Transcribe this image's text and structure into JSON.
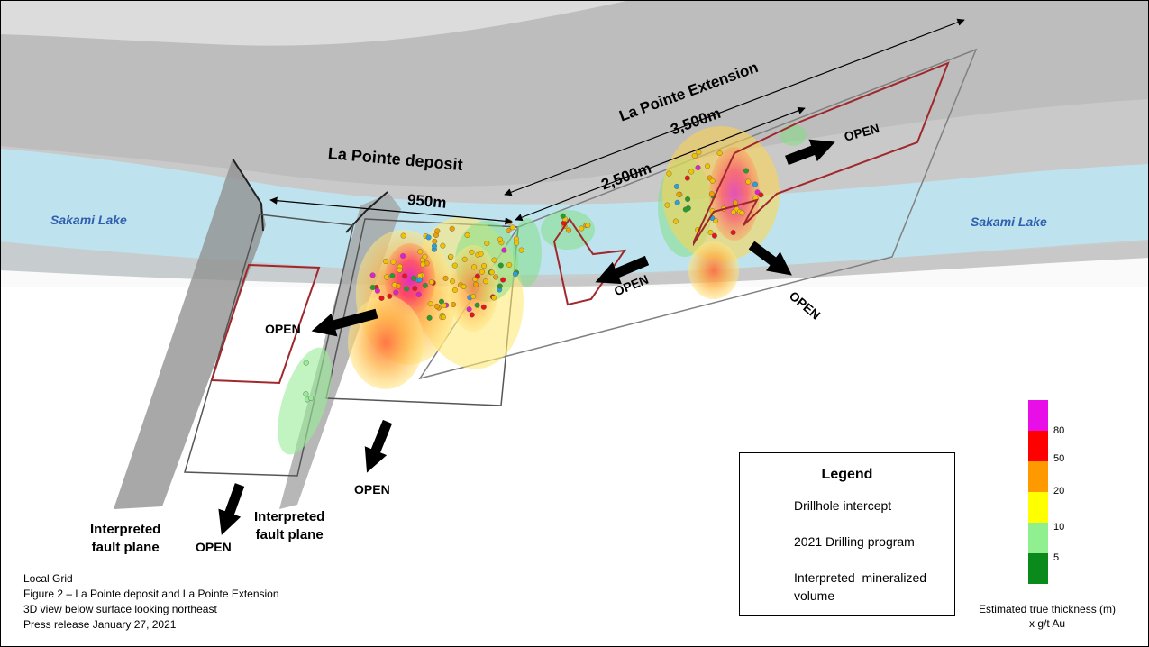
{
  "deposit": {
    "label": "La Pointe deposit",
    "dimension": "950m"
  },
  "extension": {
    "label": "La Pointe Extension",
    "dimension_long": "3,500m",
    "dimension_short": "2,500m"
  },
  "lakes": [
    "Sakami Lake",
    "Sakami Lake"
  ],
  "open_labels": [
    "OPEN",
    "OPEN",
    "OPEN",
    "OPEN",
    "OPEN",
    "OPEN"
  ],
  "fault_planes": [
    "Interpreted\nfault plane",
    "Interpreted\nfault plane"
  ],
  "legend": {
    "title": "Legend",
    "items": [
      {
        "label": "Drillhole intercept",
        "symbol": "red-dot-icon",
        "color": "#e8141c"
      },
      {
        "label": "2021 Drilling program",
        "symbol": "red-outline-box-icon",
        "color": "#a0282c"
      },
      {
        "label": "Interpreted  mineralized\nvolume",
        "symbol": "gray-outline-box-icon",
        "color": "#808080"
      }
    ]
  },
  "color_scale": {
    "ticks": [
      "80",
      "50",
      "20",
      "10",
      "5"
    ],
    "colors": [
      "#e80ee8",
      "#ff0000",
      "#ff9900",
      "#ffff00",
      "#90f090",
      "#0a8a1a"
    ],
    "title": "Estimated true thickness (m)\nx g/t Au"
  },
  "caption": [
    "Local Grid",
    "Figure 2 – La Pointe deposit and  La Pointe Extension",
    "3D  view below surface looking northeast",
    "Press release January 27, 2021"
  ]
}
